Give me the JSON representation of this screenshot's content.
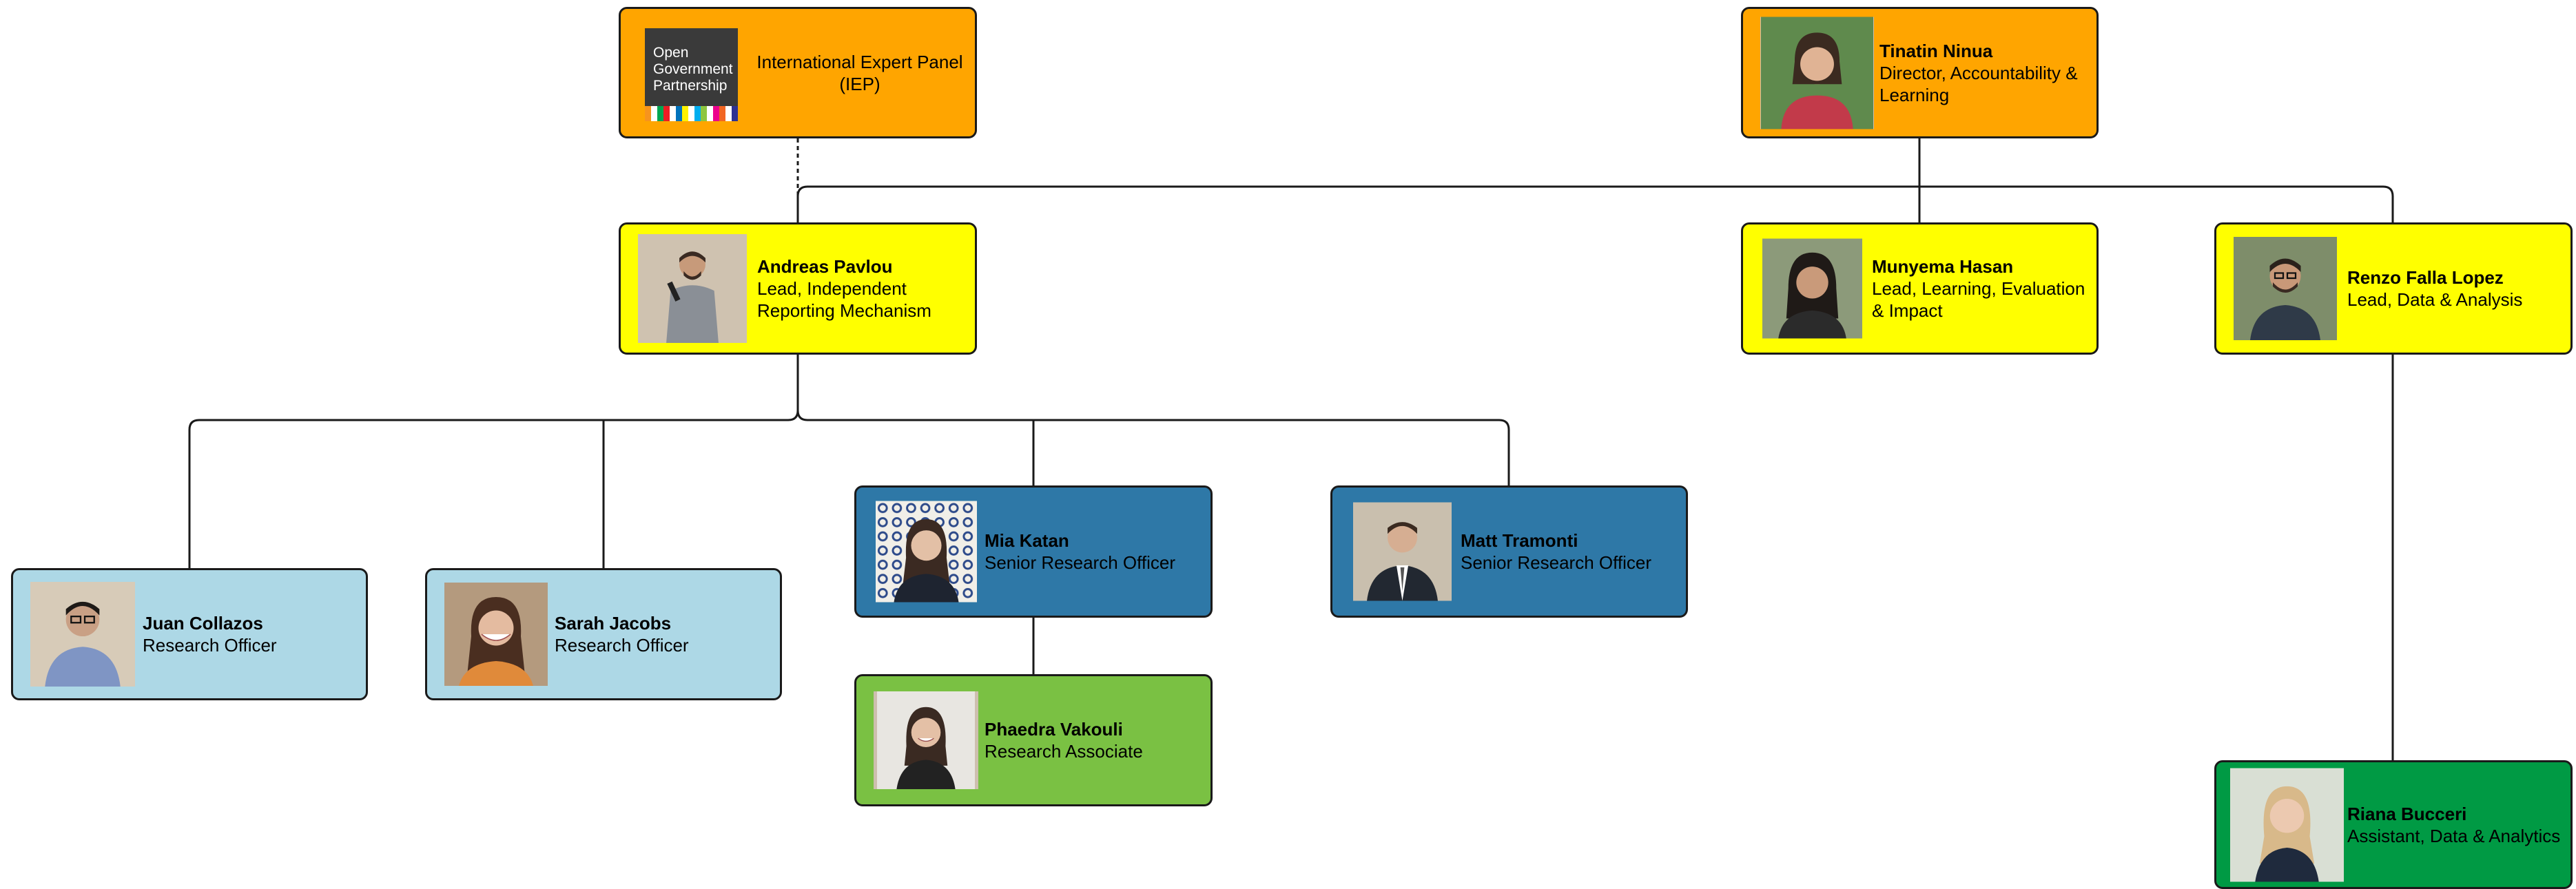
{
  "iep": {
    "logo_lines": [
      "Open",
      "Government",
      "Partnership"
    ],
    "title": "International Expert Panel (IEP)"
  },
  "people": [
    {
      "id": "tinatin",
      "name": "Tinatin Ninua",
      "role": "Director, Accountability & Learning",
      "color": "#ffa500"
    },
    {
      "id": "andreas",
      "name": "Andreas Pavlou",
      "role": "Lead, Independent Reporting Mechanism",
      "color": "#ffff00"
    },
    {
      "id": "munyema",
      "name": "Munyema Hasan",
      "role": "Lead, Learning, Evaluation & Impact",
      "color": "#ffff00"
    },
    {
      "id": "renzo",
      "name": "Renzo Falla Lopez",
      "role": "Lead, Data & Analysis",
      "color": "#ffff00"
    },
    {
      "id": "juan",
      "name": "Juan Collazos",
      "role": "Research Officer",
      "color": "#add8e6"
    },
    {
      "id": "sarah",
      "name": "Sarah Jacobs",
      "role": "Research Officer",
      "color": "#add8e6"
    },
    {
      "id": "mia",
      "name": "Mia Katan",
      "role": "Senior Research Officer",
      "color": "#2e78a7"
    },
    {
      "id": "matt",
      "name": "Matt Tramonti",
      "role": "Senior Research Officer",
      "color": "#2e78a7"
    },
    {
      "id": "phaedra",
      "name": "Phaedra Vakouli",
      "role": "Research Associate",
      "color": "#7ac143"
    },
    {
      "id": "riana",
      "name": "Riana Bucceri",
      "role": "Assistant, Data & Analytics",
      "color": "#009a44"
    }
  ],
  "icons": {
    "photo": "person-photo-icon",
    "logo": "open-government-partnership-logo-icon"
  }
}
